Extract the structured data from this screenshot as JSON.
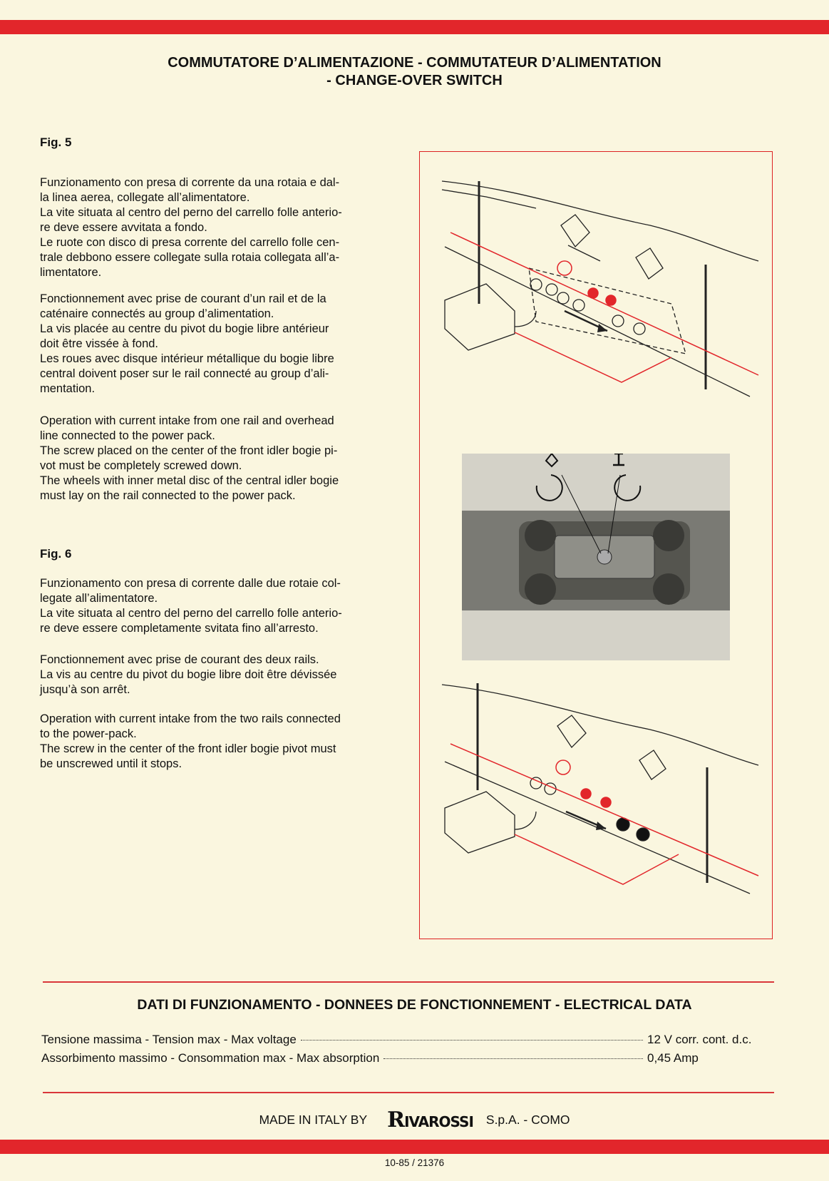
{
  "header": {
    "title_line1": "COMMUTATORE D’ALIMENTAZIONE - COMMUTATEUR D’ALIMENTATION",
    "title_line2": "- CHANGE-OVER SWITCH"
  },
  "fig5": {
    "label": "Fig. 5",
    "italian": [
      "Funzionamento con presa di corrente da una rotaia e dal-",
      "la linea aerea, collegate all’alimentatore.",
      "La vite situata al centro del perno del carrello folle anterio-",
      "re deve essere avvitata a fondo.",
      "Le ruote con disco di presa corrente del carrello folle cen-",
      "trale debbono essere collegate sulla rotaia collegata all’a-",
      "limentatore."
    ],
    "french": [
      "Fonctionnement avec prise de courant d’un rail et de la",
      "caténaire connectés au group d’alimentation.",
      "La vis placée au centre du pivot du bogie libre antérieur",
      "doit être vissée à fond.",
      "Les roues avec disque intérieur métallique du bogie libre",
      "central doivent poser sur le rail connecté au group d’ali-",
      "mentation."
    ],
    "english": [
      "Operation with current intake from one rail and overhead",
      "line connected to the power pack.",
      "The screw placed on the center of the front idler bogie pi-",
      "vot must be completely screwed down.",
      "The wheels with inner metal disc of the central idler bogie",
      "must lay on the rail connected to the power pack."
    ]
  },
  "fig6": {
    "label": "Fig. 6",
    "italian": [
      "Funzionamento con presa di corrente dalle due rotaie col-",
      "legate all’alimentatore.",
      "La vite situata al centro del perno del carrello folle anterio-",
      "re deve essere completamente svitata fino all’arresto."
    ],
    "french": [
      "Fonctionnement avec prise de courant des deux rails.",
      "La vis au centre du pivot du bogie libre doit être dévissée",
      "jusqu’à son arrêt."
    ],
    "english": [
      "Operation with current intake from the two rails connected",
      "to the power-pack.",
      "The screw in the center of the front idler bogie pivot must",
      "be unscrewed until it stops."
    ]
  },
  "electrical": {
    "title": "DATI DI FUNZIONAMENTO - DONNEES DE FONCTIONNEMENT - ELECTRICAL DATA",
    "rows": [
      {
        "label": "Tensione massima - Tension max - Max voltage",
        "value": "12 V corr. cont. d.c."
      },
      {
        "label": "Assorbimento massimo - Consommation max - Max absorption",
        "value": "0,45 Amp"
      }
    ]
  },
  "footer": {
    "made_in": "MADE IN ITALY BY",
    "brand_initial": "R",
    "brand_rest": "IVAROSSI",
    "company": "S.p.A. - COMO",
    "code": "10-85 / 21376"
  },
  "colors": {
    "accent_red": "#e2262b",
    "paper": "#faf6df",
    "ink": "#111111"
  }
}
